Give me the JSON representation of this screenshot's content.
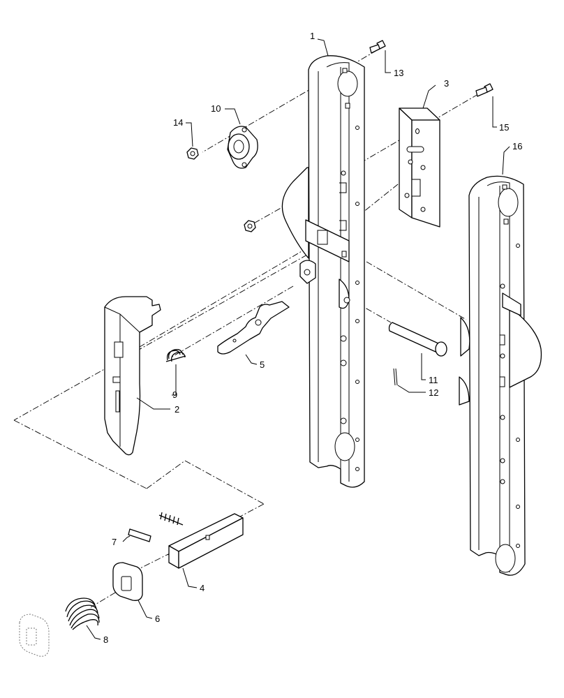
{
  "callouts": {
    "c1": "1",
    "c2": "2",
    "c3": "3",
    "c4": "4",
    "c5": "5",
    "c6": "6",
    "c7": "7",
    "c8": "8",
    "c9": "9",
    "c10": "10",
    "c11": "11",
    "c12": "12",
    "c13": "13",
    "c14": "14",
    "c15": "15",
    "c16": "16"
  }
}
